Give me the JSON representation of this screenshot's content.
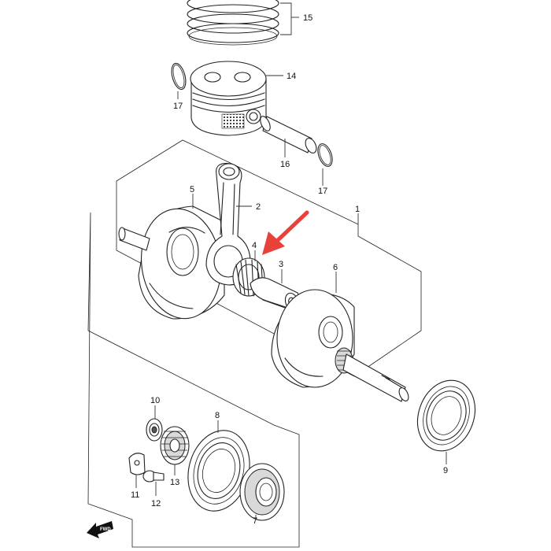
{
  "diagram": {
    "callouts": {
      "c1": "1",
      "c2": "2",
      "c3": "3",
      "c4": "4",
      "c5": "5",
      "c6": "6",
      "c7": "7",
      "c8": "8",
      "c9": "9",
      "c10": "10",
      "c11": "11",
      "c12": "12",
      "c13": "13",
      "c14": "14",
      "c15": "15",
      "c16": "16",
      "c17a": "17",
      "c17b": "17"
    },
    "fwd_label": "FWD",
    "highlight_color": "#e8413c"
  }
}
